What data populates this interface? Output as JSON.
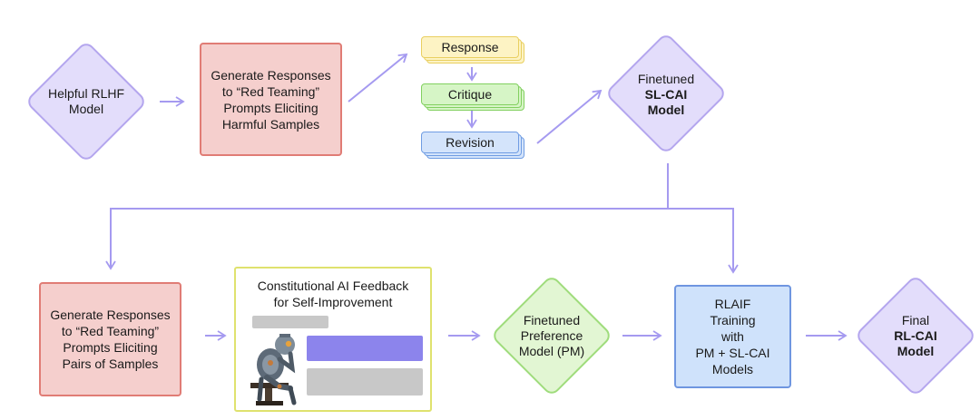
{
  "nodes": {
    "helpful_model": {
      "lines": [
        "Helpful RLHF",
        "Model"
      ]
    },
    "gen_red_team_1": {
      "lines": [
        "Generate Responses",
        "to “Red Teaming”",
        "Prompts Eliciting",
        "Harmful Samples"
      ]
    },
    "response_label": "Response",
    "critique_label": "Critique",
    "revision_label": "Revision",
    "sl_cai": {
      "line1": "Finetuned",
      "line2": "SL-CAI",
      "line3": "Model"
    },
    "gen_red_team_2": {
      "lines": [
        "Generate Responses",
        "to “Red Teaming”",
        "Prompts Eliciting",
        "Pairs of Samples"
      ]
    },
    "feedback": {
      "lines": [
        "Constitutional AI Feedback",
        "for Self-Improvement"
      ]
    },
    "pm": {
      "lines": [
        "Finetuned",
        "Preference",
        "Model (PM)"
      ]
    },
    "rlaif": {
      "lines": [
        "RLAIF",
        "Training",
        "with",
        "PM + SL-CAI",
        "Models"
      ]
    },
    "rl_cai": {
      "line1": "Final",
      "line2": "RL-CAI",
      "line3": "Model"
    }
  },
  "colors": {
    "arrow": "#a59af0",
    "bubble_gray": "#c8c8c8",
    "bubble_purple": "#8c84ec"
  },
  "icons": {
    "thinker": "robot-thinker-icon"
  }
}
